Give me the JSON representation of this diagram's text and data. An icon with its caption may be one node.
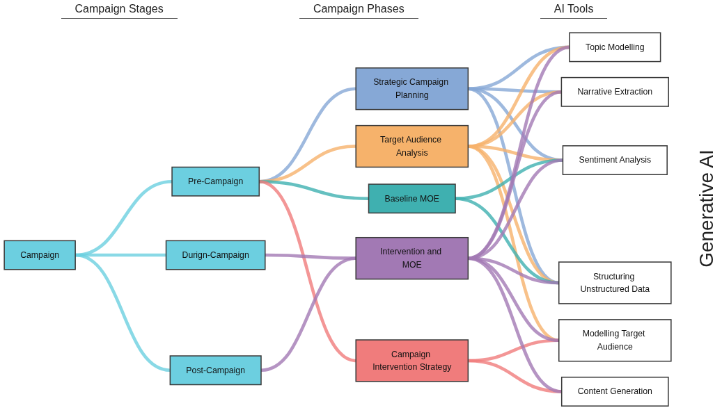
{
  "diagram": {
    "nodes": [
      {
        "text": [
          "Campaign"
        ]
      },
      {
        "text": [
          "Pre-Campaign"
        ]
      },
      {
        "text": [
          "Durign-Campaign"
        ]
      },
      {
        "text": [
          "Post-Campaign"
        ]
      },
      {
        "text": [
          "Strategic Campaign Planning"
        ]
      },
      {
        "text": [
          "Target Audience Analysis"
        ]
      },
      {
        "text": [
          "Baseline MOE"
        ]
      },
      {
        "text": [
          "Campaign Intervention Strategy"
        ]
      },
      {
        "text": [
          "Intervention and MOE"
        ]
      },
      {
        "text": [
          "Topic Modelling"
        ]
      },
      {
        "text": [
          "Narrative Extraction"
        ]
      },
      {
        "text": [
          "Sentiment Analysis"
        ]
      },
      {
        "text": [
          "Structuring Unstructured Data"
        ]
      },
      {
        "text": [
          "Modelling Target Audience"
        ]
      },
      {
        "text": [
          "Content Generation"
        ]
      }
    ],
    "edges": [
      {
        "from": 0,
        "to": 1,
        "arrow": "none",
        "color": "#6ccfe0"
      },
      {
        "from": 0,
        "to": 2,
        "arrow": "none",
        "color": "#6ccfe0"
      },
      {
        "from": 0,
        "to": 3,
        "arrow": "none",
        "color": "#6ccfe0"
      },
      {
        "from": 1,
        "to": 4,
        "arrow": "none",
        "color": "#86a8d6"
      },
      {
        "from": 1,
        "to": 5,
        "arrow": "none",
        "color": "#f6b26b"
      },
      {
        "from": 1,
        "to": 6,
        "arrow": "none",
        "color": "#3fb0b0"
      },
      {
        "from": 1,
        "to": 7,
        "arrow": "none",
        "color": "#f07c7c"
      },
      {
        "from": 2,
        "to": 8,
        "arrow": "none",
        "color": "#a279b4"
      },
      {
        "from": 3,
        "to": 8,
        "arrow": "none",
        "color": "#a279b4"
      },
      {
        "from": 4,
        "to": 9,
        "arrow": "none",
        "color": "#86a8d6"
      },
      {
        "from": 4,
        "to": 10,
        "arrow": "none",
        "color": "#86a8d6"
      },
      {
        "from": 4,
        "to": 11,
        "arrow": "none",
        "color": "#86a8d6"
      },
      {
        "from": 4,
        "to": 12,
        "arrow": "none",
        "color": "#86a8d6"
      },
      {
        "from": 5,
        "to": 9,
        "arrow": "none",
        "color": "#f6b26b"
      },
      {
        "from": 5,
        "to": 10,
        "arrow": "none",
        "color": "#f6b26b"
      },
      {
        "from": 5,
        "to": 11,
        "arrow": "none",
        "color": "#f6b26b"
      },
      {
        "from": 5,
        "to": 12,
        "arrow": "none",
        "color": "#f6b26b"
      },
      {
        "from": 5,
        "to": 13,
        "arrow": "none",
        "color": "#f6b26b"
      },
      {
        "from": 6,
        "to": 11,
        "arrow": "none",
        "color": "#3fb0b0"
      },
      {
        "from": 6,
        "to": 12,
        "arrow": "none",
        "color": "#3fb0b0"
      },
      {
        "from": 7,
        "to": 13,
        "arrow": "none",
        "color": "#f07c7c"
      },
      {
        "from": 7,
        "to": 14,
        "arrow": "none",
        "color": "#f07c7c"
      },
      {
        "from": 8,
        "to": 9,
        "arrow": "none",
        "color": "#a279b4"
      },
      {
        "from": 8,
        "to": 10,
        "arrow": "none",
        "color": "#a279b4"
      },
      {
        "from": 8,
        "to": 11,
        "arrow": "none",
        "color": "#a279b4"
      },
      {
        "from": 8,
        "to": 12,
        "arrow": "none",
        "color": "#a279b4"
      },
      {
        "from": 8,
        "to": 13,
        "arrow": "none",
        "color": "#a279b4"
      },
      {
        "from": 8,
        "to": 14,
        "arrow": "none",
        "color": "#a279b4"
      }
    ],
    "labels": [
      "Campaign Stages",
      "Campaign Phases",
      "AI Tools",
      "Generative AI"
    ]
  }
}
